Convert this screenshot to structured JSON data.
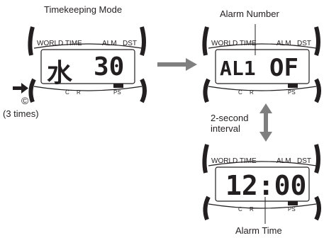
{
  "captions": {
    "timekeeping_mode": "Timekeeping Mode",
    "alarm_number": "Alarm Number",
    "alarm_time": "Alarm Time",
    "interval_line1": "2-second",
    "interval_line2": "interval",
    "press_times": "(3 times)",
    "button_c": "©"
  },
  "face_labels": {
    "world_time": "WORLD TIME",
    "alm": "ALM",
    "dst": "DST",
    "c": "C",
    "r": "R",
    "ps": "PS"
  },
  "watches": [
    {
      "display_left": "水",
      "display_right": "30"
    },
    {
      "display_left": "AL1",
      "display_right": "OF"
    },
    {
      "display_full": "12:00"
    }
  ],
  "colors": {
    "ink": "#231f20",
    "arrow": "#7f7f7f",
    "indicator": "#231f20"
  }
}
